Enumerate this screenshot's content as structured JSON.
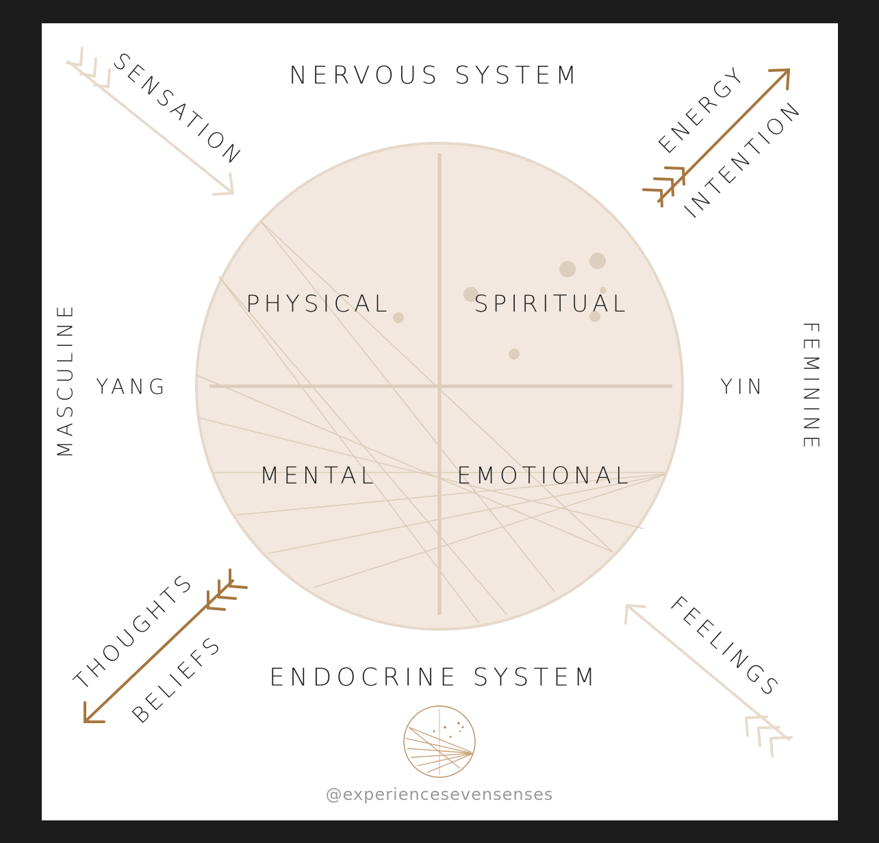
{
  "labels": {
    "top": "NERVOUS SYSTEM",
    "bottom": "ENDOCRINE SYSTEM",
    "left_vertical": "MASCULINE",
    "right_vertical": "FEMININE",
    "left": "YANG",
    "right": "YIN"
  },
  "quadrants": {
    "top_left": "PHYSICAL",
    "top_right": "SPIRITUAL",
    "bottom_left": "MENTAL",
    "bottom_right": "EMOTIONAL"
  },
  "arrows": {
    "top_left": "SENSATION",
    "top_right_a": "ENERGY",
    "top_right_b": "INTENTION",
    "bottom_left_a": "THOUGHTS",
    "bottom_left_b": "BELIEFS",
    "bottom_right": "FEELINGS"
  },
  "footer": {
    "handle": "@experiencesevensenses"
  },
  "colors": {
    "circle_fill": "#f2e8e0",
    "circle_stroke": "#e6d9ca",
    "line": "#dccdbb",
    "beige_arrow": "#e7dccd",
    "brown_arrow": "#a6763f",
    "text": "#222222",
    "handle": "#9a9a9a"
  },
  "icons": [
    "logo-icon"
  ]
}
